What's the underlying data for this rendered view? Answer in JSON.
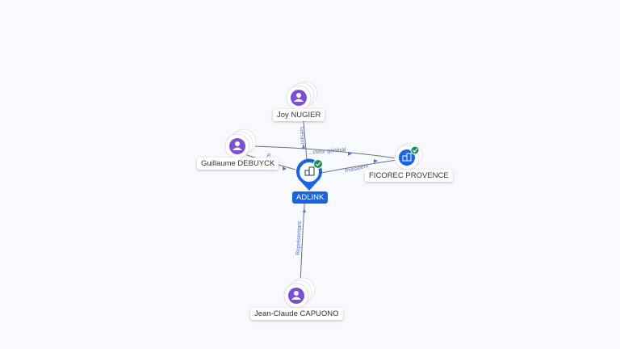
{
  "center": {
    "name": "ADLINK",
    "verified": true,
    "icon": "company-icon"
  },
  "people": [
    {
      "id": "joy",
      "name": "Joy NUGIER",
      "icon": "person-icon"
    },
    {
      "id": "guillaume",
      "name": "Guillaume DEBUYCK",
      "icon": "person-icon"
    },
    {
      "id": "jean-claude",
      "name": "Jean-Claude CAPUONO",
      "icon": "person-icon"
    }
  ],
  "companies": [
    {
      "id": "ficorec",
      "name": "FICOREC PROVENCE",
      "verified": true,
      "icon": "company-icon"
    }
  ],
  "edges": {
    "joy": "Gérant",
    "guillaume_1": "...cteur général",
    "guillaume_2": "P...",
    "ficorec": "Président",
    "jean-claude": "Représentant"
  },
  "colors": {
    "person": "#7b4fd6",
    "company": "#1565e6",
    "verified": "#1f8f4e",
    "edge": "#6b7280",
    "edge_label": "#5a6fc6"
  }
}
